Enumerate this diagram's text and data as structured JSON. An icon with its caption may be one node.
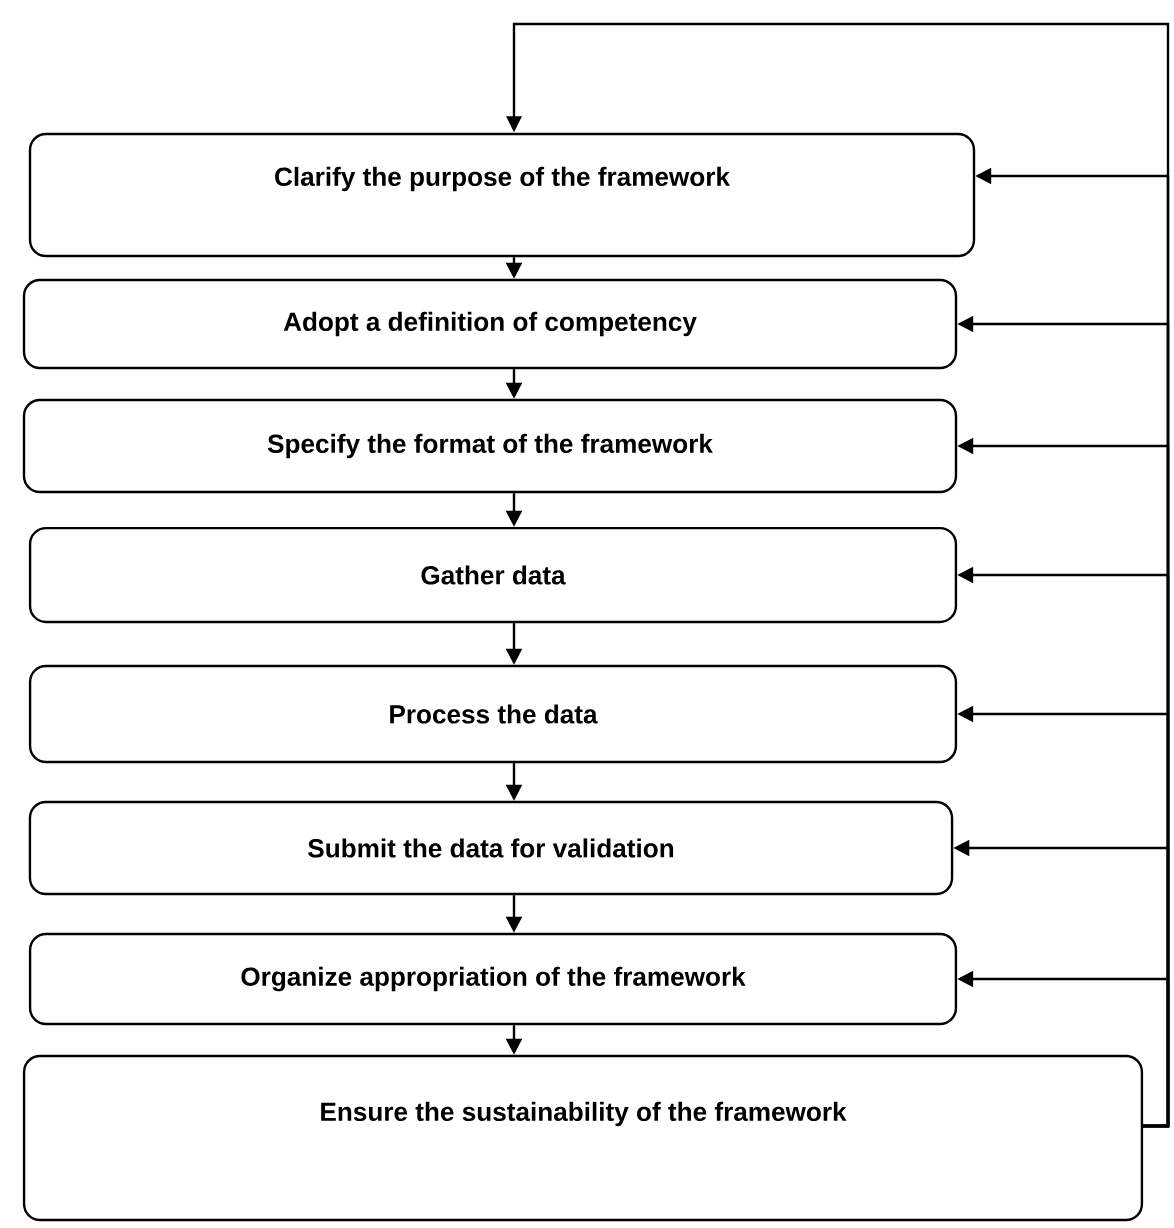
{
  "diagram": {
    "nodes": [
      {
        "text": [
          "Clarify the purpose of the framework"
        ]
      },
      {
        "text": [
          "Adopt a definition of competency"
        ]
      },
      {
        "text": [
          "Specify the format of the framework"
        ]
      },
      {
        "text": [
          "Gather data"
        ]
      },
      {
        "text": [
          "Process the data"
        ]
      },
      {
        "text": [
          "Submit the data for validation"
        ]
      },
      {
        "text": [
          "Organize appropriation of the framework"
        ]
      },
      {
        "text": [
          "Ensure the sustainability of the framework"
        ]
      }
    ],
    "edges": [
      {
        "from": 0,
        "to": 1,
        "arrow": "to"
      },
      {
        "from": 1,
        "to": 2,
        "arrow": "to"
      },
      {
        "from": 2,
        "to": 3,
        "arrow": "to"
      },
      {
        "from": 3,
        "to": 4,
        "arrow": "to"
      },
      {
        "from": 4,
        "to": 5,
        "arrow": "to"
      },
      {
        "from": 5,
        "to": 6,
        "arrow": "to"
      },
      {
        "from": 6,
        "to": 7,
        "arrow": "to"
      },
      {
        "from": 7,
        "to": 0,
        "arrow": "to"
      },
      {
        "from": 7,
        "to": 0,
        "arrow": "to"
      },
      {
        "from": 7,
        "to": 1,
        "arrow": "to"
      },
      {
        "from": 7,
        "to": 2,
        "arrow": "to"
      },
      {
        "from": 7,
        "to": 3,
        "arrow": "to"
      },
      {
        "from": 7,
        "to": 4,
        "arrow": "to"
      },
      {
        "from": 7,
        "to": 5,
        "arrow": "to"
      },
      {
        "from": 7,
        "to": 6,
        "arrow": "to"
      }
    ]
  }
}
